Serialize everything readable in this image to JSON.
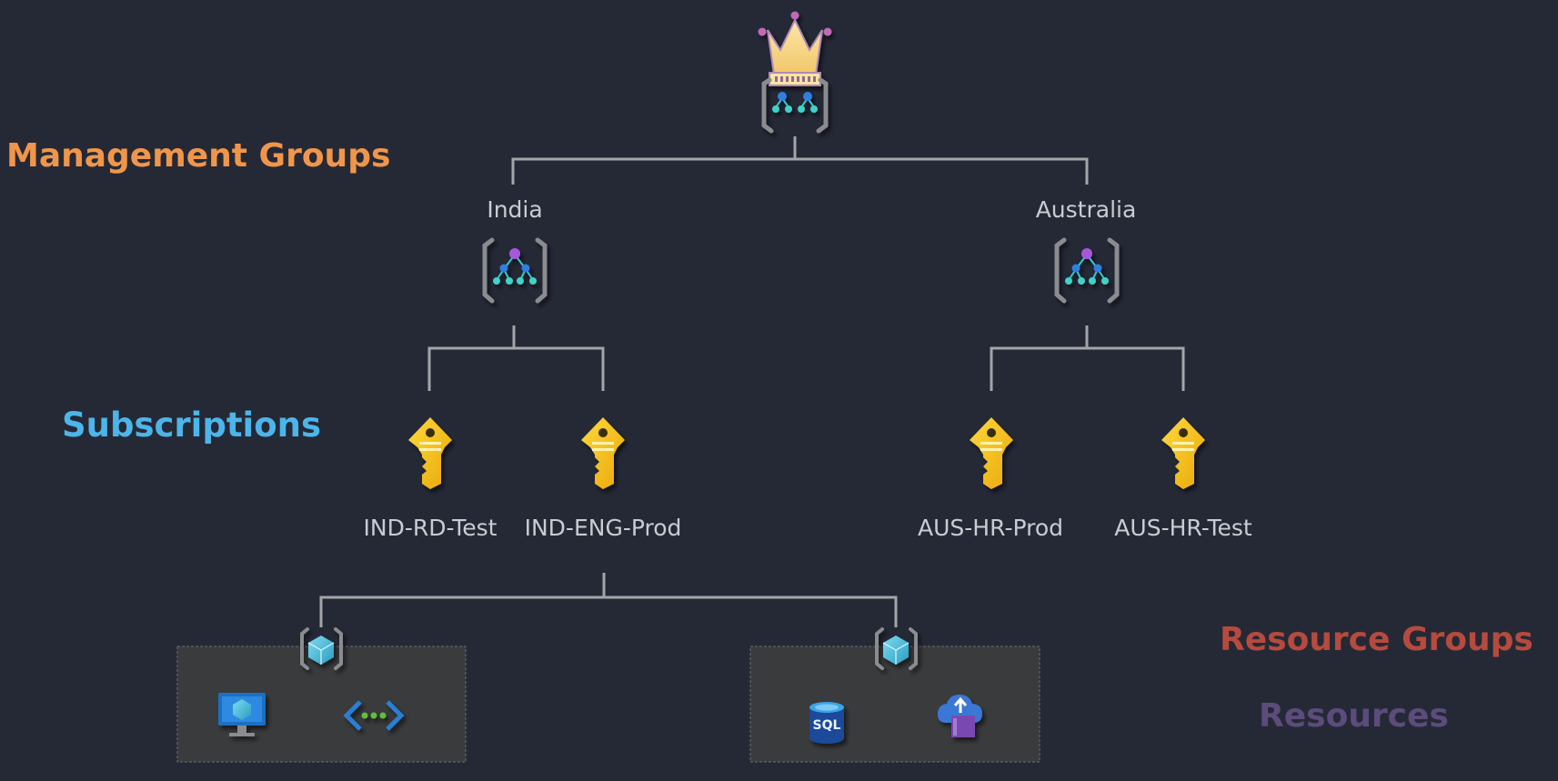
{
  "legend": {
    "management_groups": "Management Groups",
    "subscriptions": "Subscriptions",
    "resource_groups": "Resource Groups",
    "resources": "Resources"
  },
  "management_groups": {
    "root_icon": "crown-management-group-icon",
    "india": "India",
    "australia": "Australia",
    "group_icon": "management-group-icon"
  },
  "subscriptions": {
    "ind_rd_test": "IND-RD-Test",
    "ind_eng_prod": "IND-ENG-Prod",
    "aus_hr_prod": "AUS-HR-Prod",
    "aus_hr_test": "AUS-HR-Test",
    "icon": "subscription-key-icon"
  },
  "resource_groups": {
    "icon": "resource-group-icon",
    "left_resources": [
      "virtual-machine-icon",
      "virtual-network-icon"
    ],
    "right_resources": [
      "sql-database-icon",
      "app-service-upload-icon"
    ],
    "sql_text": "SQL"
  },
  "colors": {
    "background": "#252936",
    "management_groups": "#f0964a",
    "subscriptions": "#4cb5ea",
    "resource_groups": "#b64a3e",
    "resources": "#5c4c7c",
    "connector": "#a3a5a8",
    "key": "#f5c518"
  }
}
